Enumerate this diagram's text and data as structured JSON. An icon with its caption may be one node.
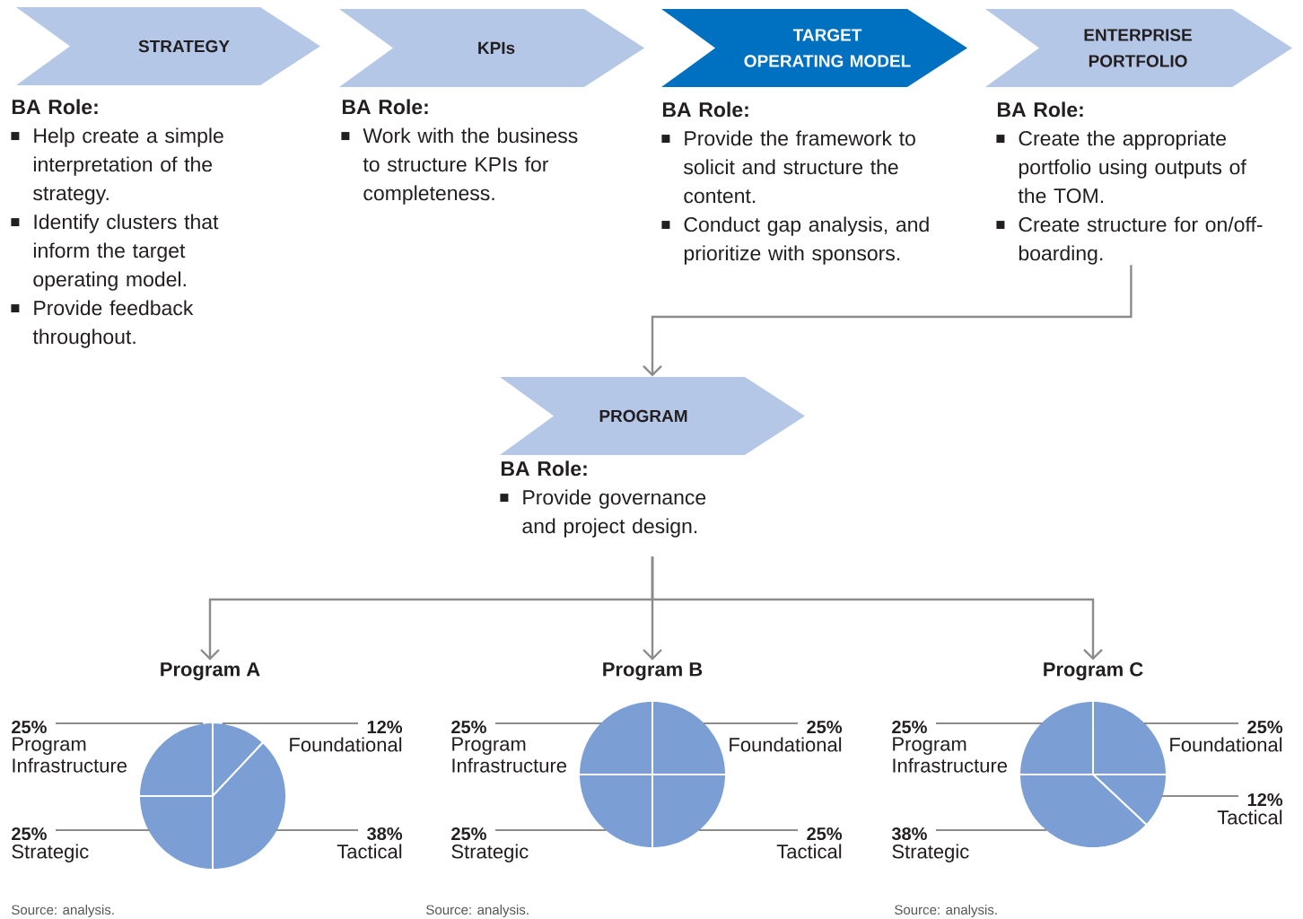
{
  "diagram": {
    "nodes": [
      {
        "text": [
          "STRATEGY"
        ],
        "beside": [
          "BA Role:",
          "Help create a simple interpretation of the strategy.",
          "Identify clusters that inform the target operating model.",
          "Provide feedback throughout."
        ]
      },
      {
        "text": [
          "KPIs"
        ],
        "beside": [
          "BA Role:",
          "Work with the business to structure KPIs for completeness."
        ]
      },
      {
        "text": [
          "TARGET OPERATING MODEL"
        ],
        "beside": [
          "BA Role:",
          "Provide the framework to solicit and structure the content.",
          "Conduct gap analysis, and prioritize with sponsors."
        ]
      },
      {
        "text": [
          "ENTERPRISE PORTFOLIO"
        ],
        "beside": [
          "BA Role:",
          "Create the appropriate portfolio using outputs of the TOM.",
          "Create structure for on/off-boarding."
        ]
      },
      {
        "text": [
          "PROGRAM"
        ],
        "beside": [
          "BA Role:",
          "Provide governance and project design."
        ]
      },
      {
        "text": [
          "Program A"
        ]
      },
      {
        "text": [
          "Program B"
        ]
      },
      {
        "text": [
          "Program C"
        ]
      }
    ],
    "edges": [
      {
        "from": 3,
        "to": 4,
        "arrow": "to"
      },
      {
        "from": 4,
        "to": 5,
        "arrow": "to"
      },
      {
        "from": 4,
        "to": 6,
        "arrow": "to"
      },
      {
        "from": 4,
        "to": 7,
        "arrow": "to"
      }
    ],
    "labels": [
      "Source: analysis.",
      "Source: analysis.",
      "Source: analysis."
    ],
    "chart_data": {
      "type": "pie",
      "categories": [
        "Foundational",
        "Tactical",
        "Strategic",
        "Program Infrastructure"
      ],
      "series": [
        {
          "values": [
            12,
            38,
            25,
            25
          ],
          "value_labels": [
            "12%",
            "38%",
            "25%",
            "25%"
          ]
        },
        {
          "values": [
            25,
            25,
            25,
            25
          ],
          "value_labels": [
            "25%",
            "25%",
            "25%",
            "25%"
          ]
        },
        {
          "values": [
            25,
            12,
            38,
            25
          ],
          "value_labels": [
            "25%",
            "12%",
            "38%",
            "25%"
          ]
        }
      ]
    }
  }
}
